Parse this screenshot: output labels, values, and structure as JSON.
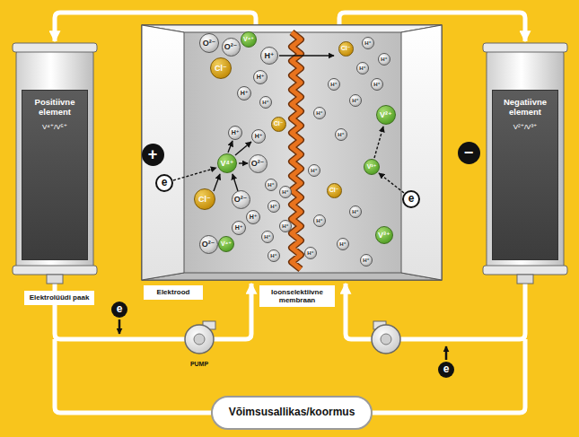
{
  "diagram": {
    "nodes": [
      {
        "text": [
          "Positiivne element",
          "V⁴⁺/V⁵⁺"
        ]
      },
      {
        "text": [
          "+"
        ]
      },
      {
        "text": [
          "e"
        ]
      },
      {
        "text": [
          "O²⁻"
        ]
      },
      {
        "text": [
          "O²⁻"
        ]
      },
      {
        "text": [
          "V⁴⁺"
        ]
      },
      {
        "text": [
          "Cl⁻"
        ]
      },
      {
        "text": [
          "H⁺"
        ]
      },
      {
        "text": [
          "H⁺"
        ]
      },
      {
        "text": [
          "H⁺"
        ]
      },
      {
        "text": [
          "H⁺"
        ]
      },
      {
        "text": [
          "Cl⁻"
        ]
      },
      {
        "text": [
          "H⁺"
        ]
      },
      {
        "text": [
          "H⁺"
        ]
      },
      {
        "text": [
          "V⁴⁺"
        ]
      },
      {
        "text": [
          "O²⁻"
        ]
      },
      {
        "text": [
          "Cl⁻"
        ]
      },
      {
        "text": [
          "O²⁻"
        ]
      },
      {
        "text": [
          "H⁺"
        ]
      },
      {
        "text": [
          "H⁺"
        ]
      },
      {
        "text": [
          "H⁺"
        ]
      },
      {
        "text": [
          "H⁺"
        ]
      },
      {
        "text": [
          "H⁺"
        ]
      },
      {
        "text": [
          "H⁺"
        ]
      },
      {
        "text": [
          "H⁺"
        ]
      },
      {
        "text": [
          "O²⁻"
        ]
      },
      {
        "text": [
          "V⁴⁺"
        ]
      },
      {
        "text": [
          "H⁺"
        ]
      },
      {
        "text": [
          "Cl⁻"
        ]
      },
      {
        "text": [
          "H⁺"
        ]
      },
      {
        "text": [
          "H⁺"
        ]
      },
      {
        "text": [
          "H⁺"
        ]
      },
      {
        "text": [
          "H⁺"
        ]
      },
      {
        "text": [
          "H⁺"
        ]
      },
      {
        "text": [
          "H⁺"
        ]
      },
      {
        "text": [
          "H⁺"
        ]
      },
      {
        "text": [
          "V²⁺"
        ]
      },
      {
        "text": [
          "H⁺"
        ]
      },
      {
        "text": [
          "H⁺"
        ]
      },
      {
        "text": [
          "V³⁺"
        ]
      },
      {
        "text": [
          "Cl⁻"
        ]
      },
      {
        "text": [
          "H⁺"
        ]
      },
      {
        "text": [
          "H⁺"
        ]
      },
      {
        "text": [
          "V³⁺"
        ]
      },
      {
        "text": [
          "H⁺"
        ]
      },
      {
        "text": [
          "H⁺"
        ]
      },
      {
        "text": [
          "H⁺"
        ]
      },
      {
        "text": [
          "−"
        ]
      },
      {
        "text": [
          "e"
        ]
      },
      {
        "text": [
          "Negatiivne element",
          "V²⁺/V³⁺"
        ]
      },
      {
        "text": [
          "Elektrolüüdi paak"
        ]
      },
      {
        "text": [
          "e"
        ]
      },
      {
        "text": [
          "Elektrood"
        ]
      },
      {
        "text": [
          "Ioonselektiivne membraan"
        ]
      },
      {
        "text": [
          "e"
        ]
      },
      {
        "text": [
          "Võimsusallikas/koormus"
        ]
      }
    ],
    "labels": [
      "PUMP"
    ]
  }
}
